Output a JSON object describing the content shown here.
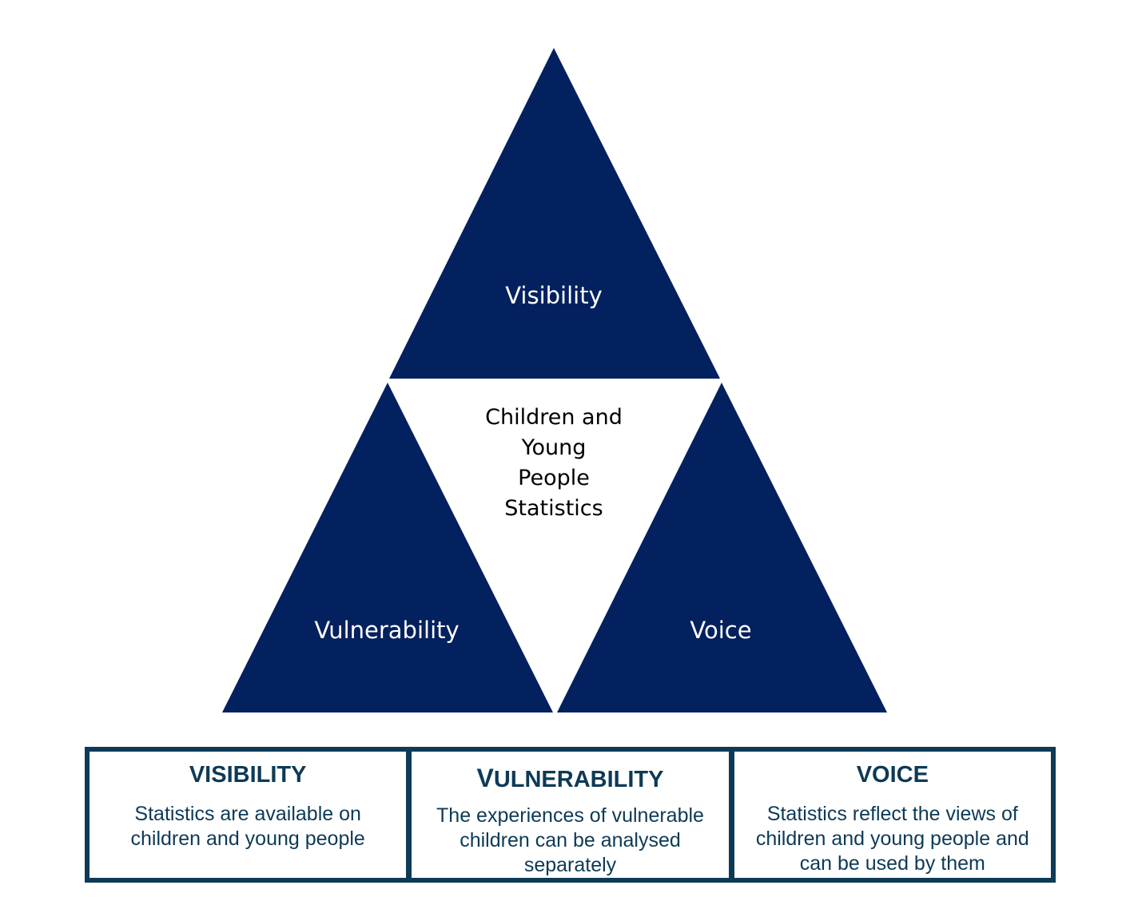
{
  "diagram": {
    "center_label": [
      "Children and",
      "Young",
      "People",
      "Statistics"
    ],
    "triangles": {
      "top": "Visibility",
      "left": "Vulnerability",
      "right": "Voice"
    },
    "colors": {
      "triangle_fill": "#03215e",
      "table_border": "#0d3a56",
      "table_text": "#0d3a56"
    }
  },
  "table": {
    "columns": [
      {
        "heading": "VISIBILITY",
        "description": "Statistics are available on children and young people"
      },
      {
        "heading_first": "V",
        "heading_rest": "ULNERABILITY",
        "description": "The experiences of vulnerable children can be analysed separately"
      },
      {
        "heading": "VOICE",
        "description": "Statistics reflect the views of children and young people and can be used by them"
      }
    ]
  }
}
